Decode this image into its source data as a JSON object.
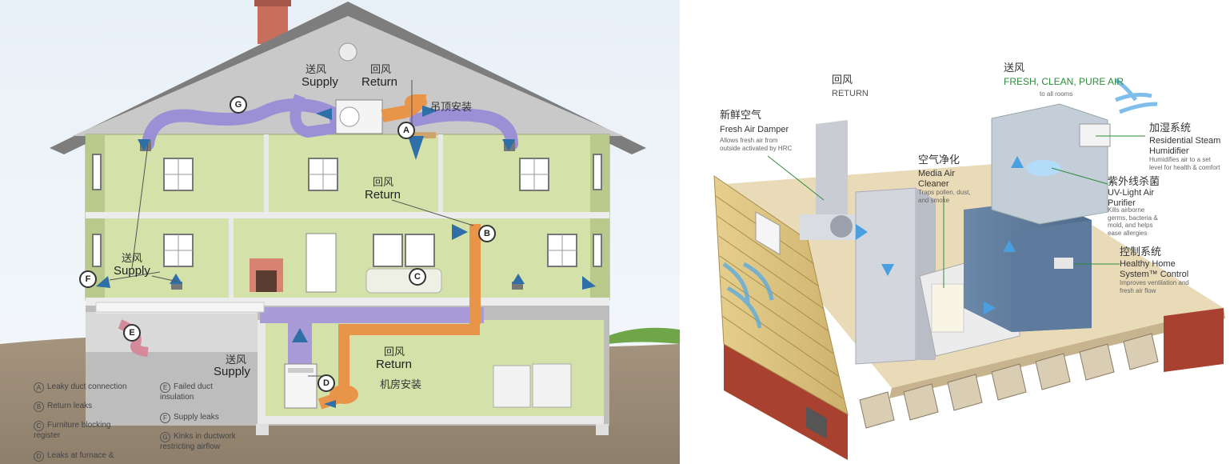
{
  "house": {
    "supply_top_cn": "送风",
    "supply_top": "Supply",
    "return_top_cn": "回风",
    "return_top": "Return",
    "ceiling_cn": "吊顶安装",
    "return_mid_cn": "回风",
    "return_mid": "Return",
    "supply_left_cn": "送风",
    "supply_left": "Supply",
    "supply_base_cn": "送风",
    "supply_base": "Supply",
    "return_base_cn": "回风",
    "return_base": "Return",
    "machine_room_cn": "机房安装",
    "badges": {
      "a": "A",
      "b": "B",
      "c": "C",
      "d": "D",
      "e": "E",
      "f": "F",
      "g": "G"
    },
    "legend": [
      {
        "key": "A",
        "text": "Leaky duct connection"
      },
      {
        "key": "B",
        "text": "Return leaks"
      },
      {
        "key": "C",
        "text": "Furniture blocking register"
      },
      {
        "key": "D",
        "text": "Leaks at furnace &"
      },
      {
        "key": "E",
        "text": "Failed duct insulation"
      },
      {
        "key": "F",
        "text": "Supply leaks"
      },
      {
        "key": "G",
        "text": "Kinks in ductwork restricting airflow"
      }
    ]
  },
  "system": {
    "supply_cn": "送风",
    "supply_en": "FRESH, CLEAN, PURE AIR",
    "supply_sub": "to all rooms",
    "return_cn": "回风",
    "return_en": "RETURN",
    "fresh_cn": "新鲜空气",
    "fresh_en": "Fresh Air Damper",
    "fresh_desc": "Allows fresh air from outside activated by HRC",
    "cleaner_cn": "空气净化",
    "cleaner_en": "Media Air Cleaner",
    "cleaner_desc": "Traps pollen, dust, and smoke",
    "humid_cn": "加湿系统",
    "humid_en": "Residential Steam Humidifier",
    "humid_desc": "Humidifies air to a set level for health & comfort",
    "uv_cn": "紫外线杀菌",
    "uv_en": "UV-Light Air Purifier",
    "uv_desc": "Kills airborne germs, bacteria & mold, and helps ease allergies",
    "control_cn": "控制系统",
    "control_en": "Healthy Home System™ Control",
    "control_desc": "Improves ventilation and fresh air flow"
  },
  "colors": {
    "supply_duct": "#9b8fd6",
    "return_duct": "#e8954a",
    "wall": "#d4e1a8",
    "sky": "#eef4f8",
    "ground": "#9c8b7a",
    "accent_green": "#2e8b3a"
  }
}
